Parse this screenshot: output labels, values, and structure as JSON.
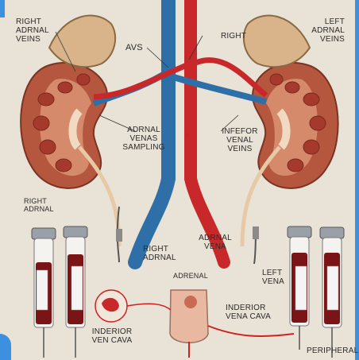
{
  "labels": {
    "right_adrenal_veins": "RIGHT\nADRNAL\nVEINS",
    "left_adrenal_veins": "LEFT\nADRNAL\nVEINS",
    "avs": "AVS",
    "right": "RIGHT",
    "adrenal_venous_sampling": "ADRNAL\nVENAS\nSAMPLING",
    "inferior_renal_veins": "INFEFOR\nVENAL\nVEINS",
    "right_adrenal_mid": "RIGHT\nADRNAL",
    "right_adrnal_lower": "RIGHT\nADRNAL",
    "adrnal_vena": "ADRNAL\nVENA",
    "adrenal_bottom": "ADRENAL",
    "left_vena": "LEFT\nVENA",
    "inferior_vena_cava_right": "INDERIOR\nVENA CAVA",
    "inferior_vena_cava_left": "INDERIOR\nVEN CAVA",
    "peripheral": "PERIPHERAL"
  },
  "colors": {
    "background": "#e9e2d6",
    "vein_blue": "#2f6fa8",
    "artery_red": "#c8282a",
    "kidney": "#b5563e",
    "adrenal": "#d9b48a",
    "blood": "#7a1416",
    "frame_accent": "#3d8fe0"
  }
}
